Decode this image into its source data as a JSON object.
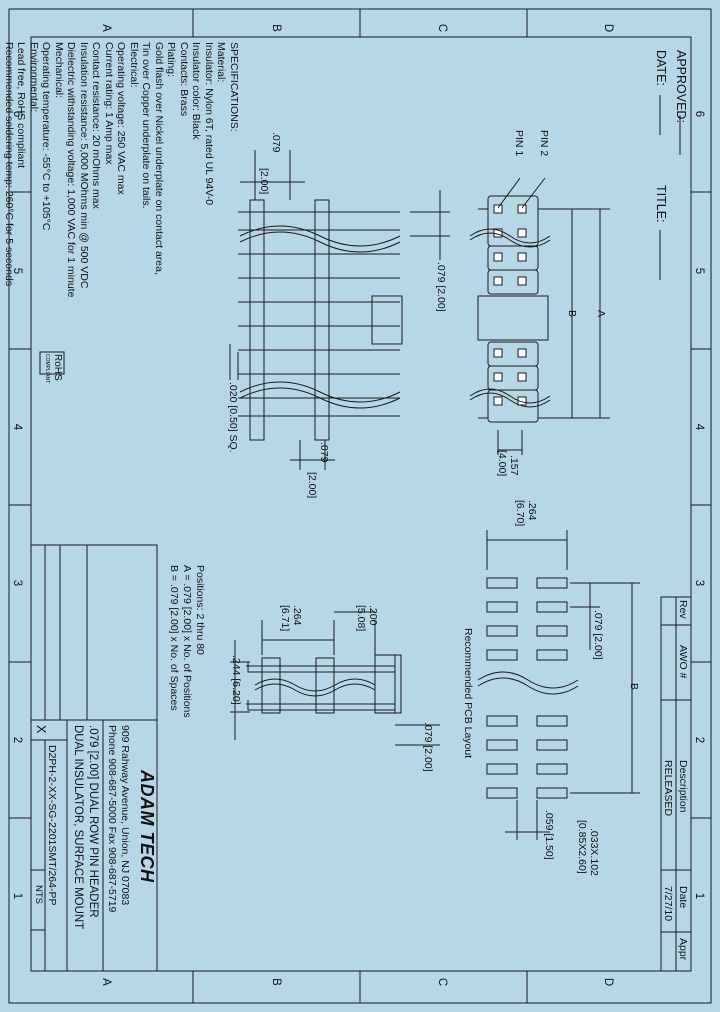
{
  "border": {
    "top_letters": [
      "A",
      "B",
      "C",
      "D"
    ],
    "bottom_letters": [
      "A",
      "B",
      "C",
      "D"
    ],
    "left_numbers": [
      "6",
      "5",
      "4",
      "3",
      "2",
      "1"
    ],
    "right_numbers": [
      "6",
      "5",
      "4",
      "3",
      "2",
      "1"
    ]
  },
  "approval": {
    "approved": "APPROVED:",
    "date": "DATE:",
    "title": "TITLE:"
  },
  "specs": {
    "heading": "SPECIFICATIONS:",
    "material_heading": "Material:",
    "lines": [
      "Insulator: Nylon 6T, rated UL 94V-0",
      "Insulator color: Black",
      "Contacts: Brass",
      "Plating:",
      "Gold flash over Nickel underplate on contact area,",
      "Tin over Copper underplate on tails.",
      "Electrical:",
      "Operating voltage: 250 VAC max",
      "Current rating: 1 Amp max",
      "Contact resistance: 20 mOhms max",
      "Insulation resistance: 5,000 MOhms min @ 500 VDC",
      "Dielectric withstanding voltage: 1,000 VAC for 1 minute",
      "Mechanical:",
      "Operating temperature: -55°C to +105°C",
      "Environmental:",
      "Lead free, RoHS compliant",
      "Recommended soldering temp: 260°C for 5 seconds"
    ]
  },
  "rohs": {
    "line1": "RoHS",
    "line2": "COMPLIANT"
  },
  "dims": {
    "pitch_top": ".079",
    "pitch_top_mm": "[2.00]",
    "pitch_mid": ".079 [2.00]",
    "pin_sq": ".020 [0.50] SQ.",
    "pitch_bot": ".079",
    "pitch_bot_mm": "[2.00]",
    "pin2": "PIN 2",
    "pin1": "PIN 1",
    "dim_a": "A",
    "dim_b": "B",
    "row_sp": ".157",
    "row_sp_mm": "[4.00]",
    "pad_span": ".264",
    "pad_span_mm": "[6.70]",
    "pcb_pitch": ".079 [2.00]",
    "pcb_b": "B",
    "pad_size": ".033X.102",
    "pad_size_mm": "[0.85X2.60]",
    "pad_gap": ".059 [1.50]",
    "pcb_title": "Recommended PCB Layout",
    "side_200": ".200",
    "side_200_mm": "[5.08]",
    "side_264": ".264",
    "side_264_mm": "[6.71]",
    "side_244": ".244 [6.20]",
    "side_079": ".079 [2.00]"
  },
  "positions": {
    "line1": "Positions: 2 thru 80",
    "line2": "A = .079 [2.00] x No. of Positions",
    "line3": "B = .079 [2.00] x No. of Spaces"
  },
  "revision": {
    "rev_h": "Rev",
    "awo_h": "AWO #",
    "desc_h": "Description",
    "date_h": "Date",
    "appr_h": "Appr",
    "desc": "RELEASED",
    "date": "7/27/10"
  },
  "title_block": {
    "company": "ADAM TECH",
    "address": "909 Rahway Avenue, Union, NJ 07083",
    "phone": "Phone 908-687-5000 Fax 908-687-5719",
    "title1": ".079 [2.00] DUAL ROW PIN HEADER",
    "title2": "DUAL INSULATOR, SURFACE MOUNT",
    "part": "D2PH-2-XX-SG-2201SMT/264-PP",
    "scale": "NTS",
    "x": "X"
  }
}
